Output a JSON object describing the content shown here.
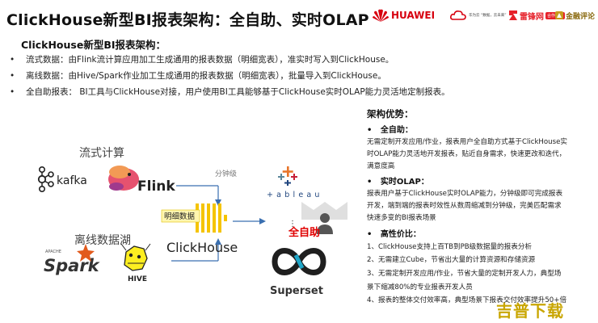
{
  "title": "ClickHouse新型BI报表架构：全自助、实时OLAP",
  "logos": {
    "huawei": "HUAWEI",
    "cloud": "华为云 “数据，云未来”",
    "leifeng": "雷锋网",
    "leifeng_tag": "合作媒体",
    "gold": "金融评论"
  },
  "subtitle": "ClickHouse新型BI报表架构：",
  "bullets": [
    "流式数据：由Flink流计算应用加工生成通用的报表数据（明细宽表），准实时写入到ClickHouse。",
    "离线数据：由Hive/Spark作业加工生成通用的报表数据（明细宽表），批量导入到ClickHouse。",
    "全自助报表： BI工具与ClickHouse对接，用户使用BI工具能够基于ClickHouse实时OLAP能力灵活地定制报表。"
  ],
  "bullet_marker": "•",
  "diagram": {
    "stream_label": "流式计算",
    "offline_label": "离线数据湖",
    "kafka": "kafka",
    "flink": "Flink",
    "spark_top": "APACHE",
    "spark": "Spark",
    "hive": "HIVE",
    "minute_level": "分钟级",
    "detail_data": "明细数据",
    "clickhouse": "ClickHouse",
    "tableau": "+ a b l e a u",
    "ellipsis": "⋮",
    "self_service": "全自助",
    "superset": "Superset"
  },
  "advantages": {
    "heading": "架构优势：",
    "item1_title": "全自助：",
    "item1_text": [
      "无需定制开发应用/作业，报表用户全自助方式基于ClickHouse实",
      "时OLAP能力灵活地开发报表，贴近自身需求，快速更改和迭代，",
      "满意度高"
    ],
    "item2_title": "实时OLAP：",
    "item2_text": [
      "报表用户基于ClickHouse实时OLAP能力，分钟级即可完成报表",
      "开发，端到端的报表时效性从数周缩减到分钟级，完美匹配需求",
      "快速多变的BI报表场景"
    ],
    "item3_title": "高性价比：",
    "item3_list": [
      "1、ClickHouse支持上百TB到PB级数据量的报表分析",
      "2、无需建立Cube，节省出大量的计算资源和存储资源",
      "3、无需定制开发应用/作业，节省大量的定制开发人力，典型场",
      "景下缩减80%的专业报表开发人员",
      "4、报表的整体交付效率高，典型场景下报表交付效率提升50+倍"
    ]
  },
  "watermark": "吉普下载",
  "colors": {
    "huawei_red": "#d7000f",
    "flink_pink": "#e6526f",
    "hive_yellow": "#fdee21",
    "self_red": "#e00000",
    "bar_yellow": "#f5c400"
  }
}
